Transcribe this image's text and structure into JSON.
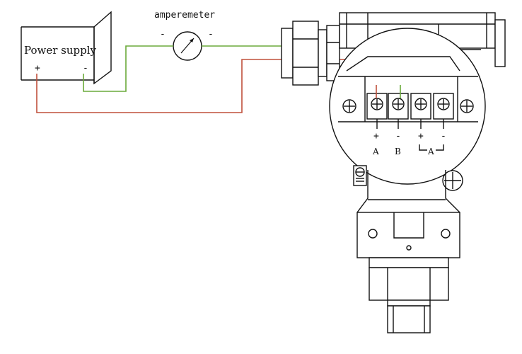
{
  "power_supply": {
    "label": "Power supply",
    "plus": "+",
    "minus": "-"
  },
  "ammeter": {
    "label": "amperemeter",
    "left_sign": "-",
    "right_sign": "-"
  },
  "terminals": {
    "signs": [
      "+",
      "-",
      "+",
      "-"
    ],
    "letters": [
      "A",
      "B",
      "A"
    ]
  },
  "colors": {
    "positive_wire": "#c0503c",
    "negative_wire": "#6aaa3a",
    "outline": "#111111"
  }
}
